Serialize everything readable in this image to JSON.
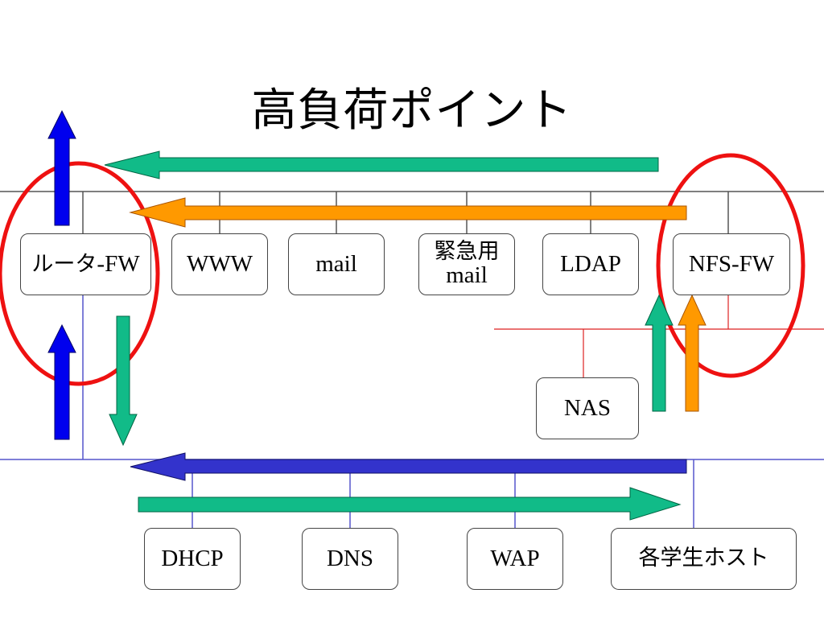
{
  "slide": {
    "title": "高負荷ポイント"
  },
  "nodes": {
    "router_fw": {
      "label_jp": "ルータ",
      "label_en": "-FW"
    },
    "www": {
      "label": "WWW"
    },
    "mail": {
      "label": "mail"
    },
    "emergency_mail": {
      "label_jp": "緊急用",
      "label_en": "mail"
    },
    "ldap": {
      "label": "LDAP"
    },
    "nfs_fw": {
      "label": "NFS-FW"
    },
    "nas": {
      "label": "NAS"
    },
    "dhcp": {
      "label": "DHCP"
    },
    "dns": {
      "label": "DNS"
    },
    "wap": {
      "label": "WAP"
    },
    "student_hosts": {
      "label": "各学生ホスト"
    }
  },
  "colors": {
    "upper_network_line": "#555555",
    "lower_network_line": "#5555cc",
    "nas_network_line": "#dd2222",
    "highlight_ellipse": "#ee1111",
    "arrow_blue": "#0000ee",
    "arrow_green": "#11bb88",
    "arrow_orange": "#ff9900",
    "arrow_navy": "#3333cc"
  }
}
